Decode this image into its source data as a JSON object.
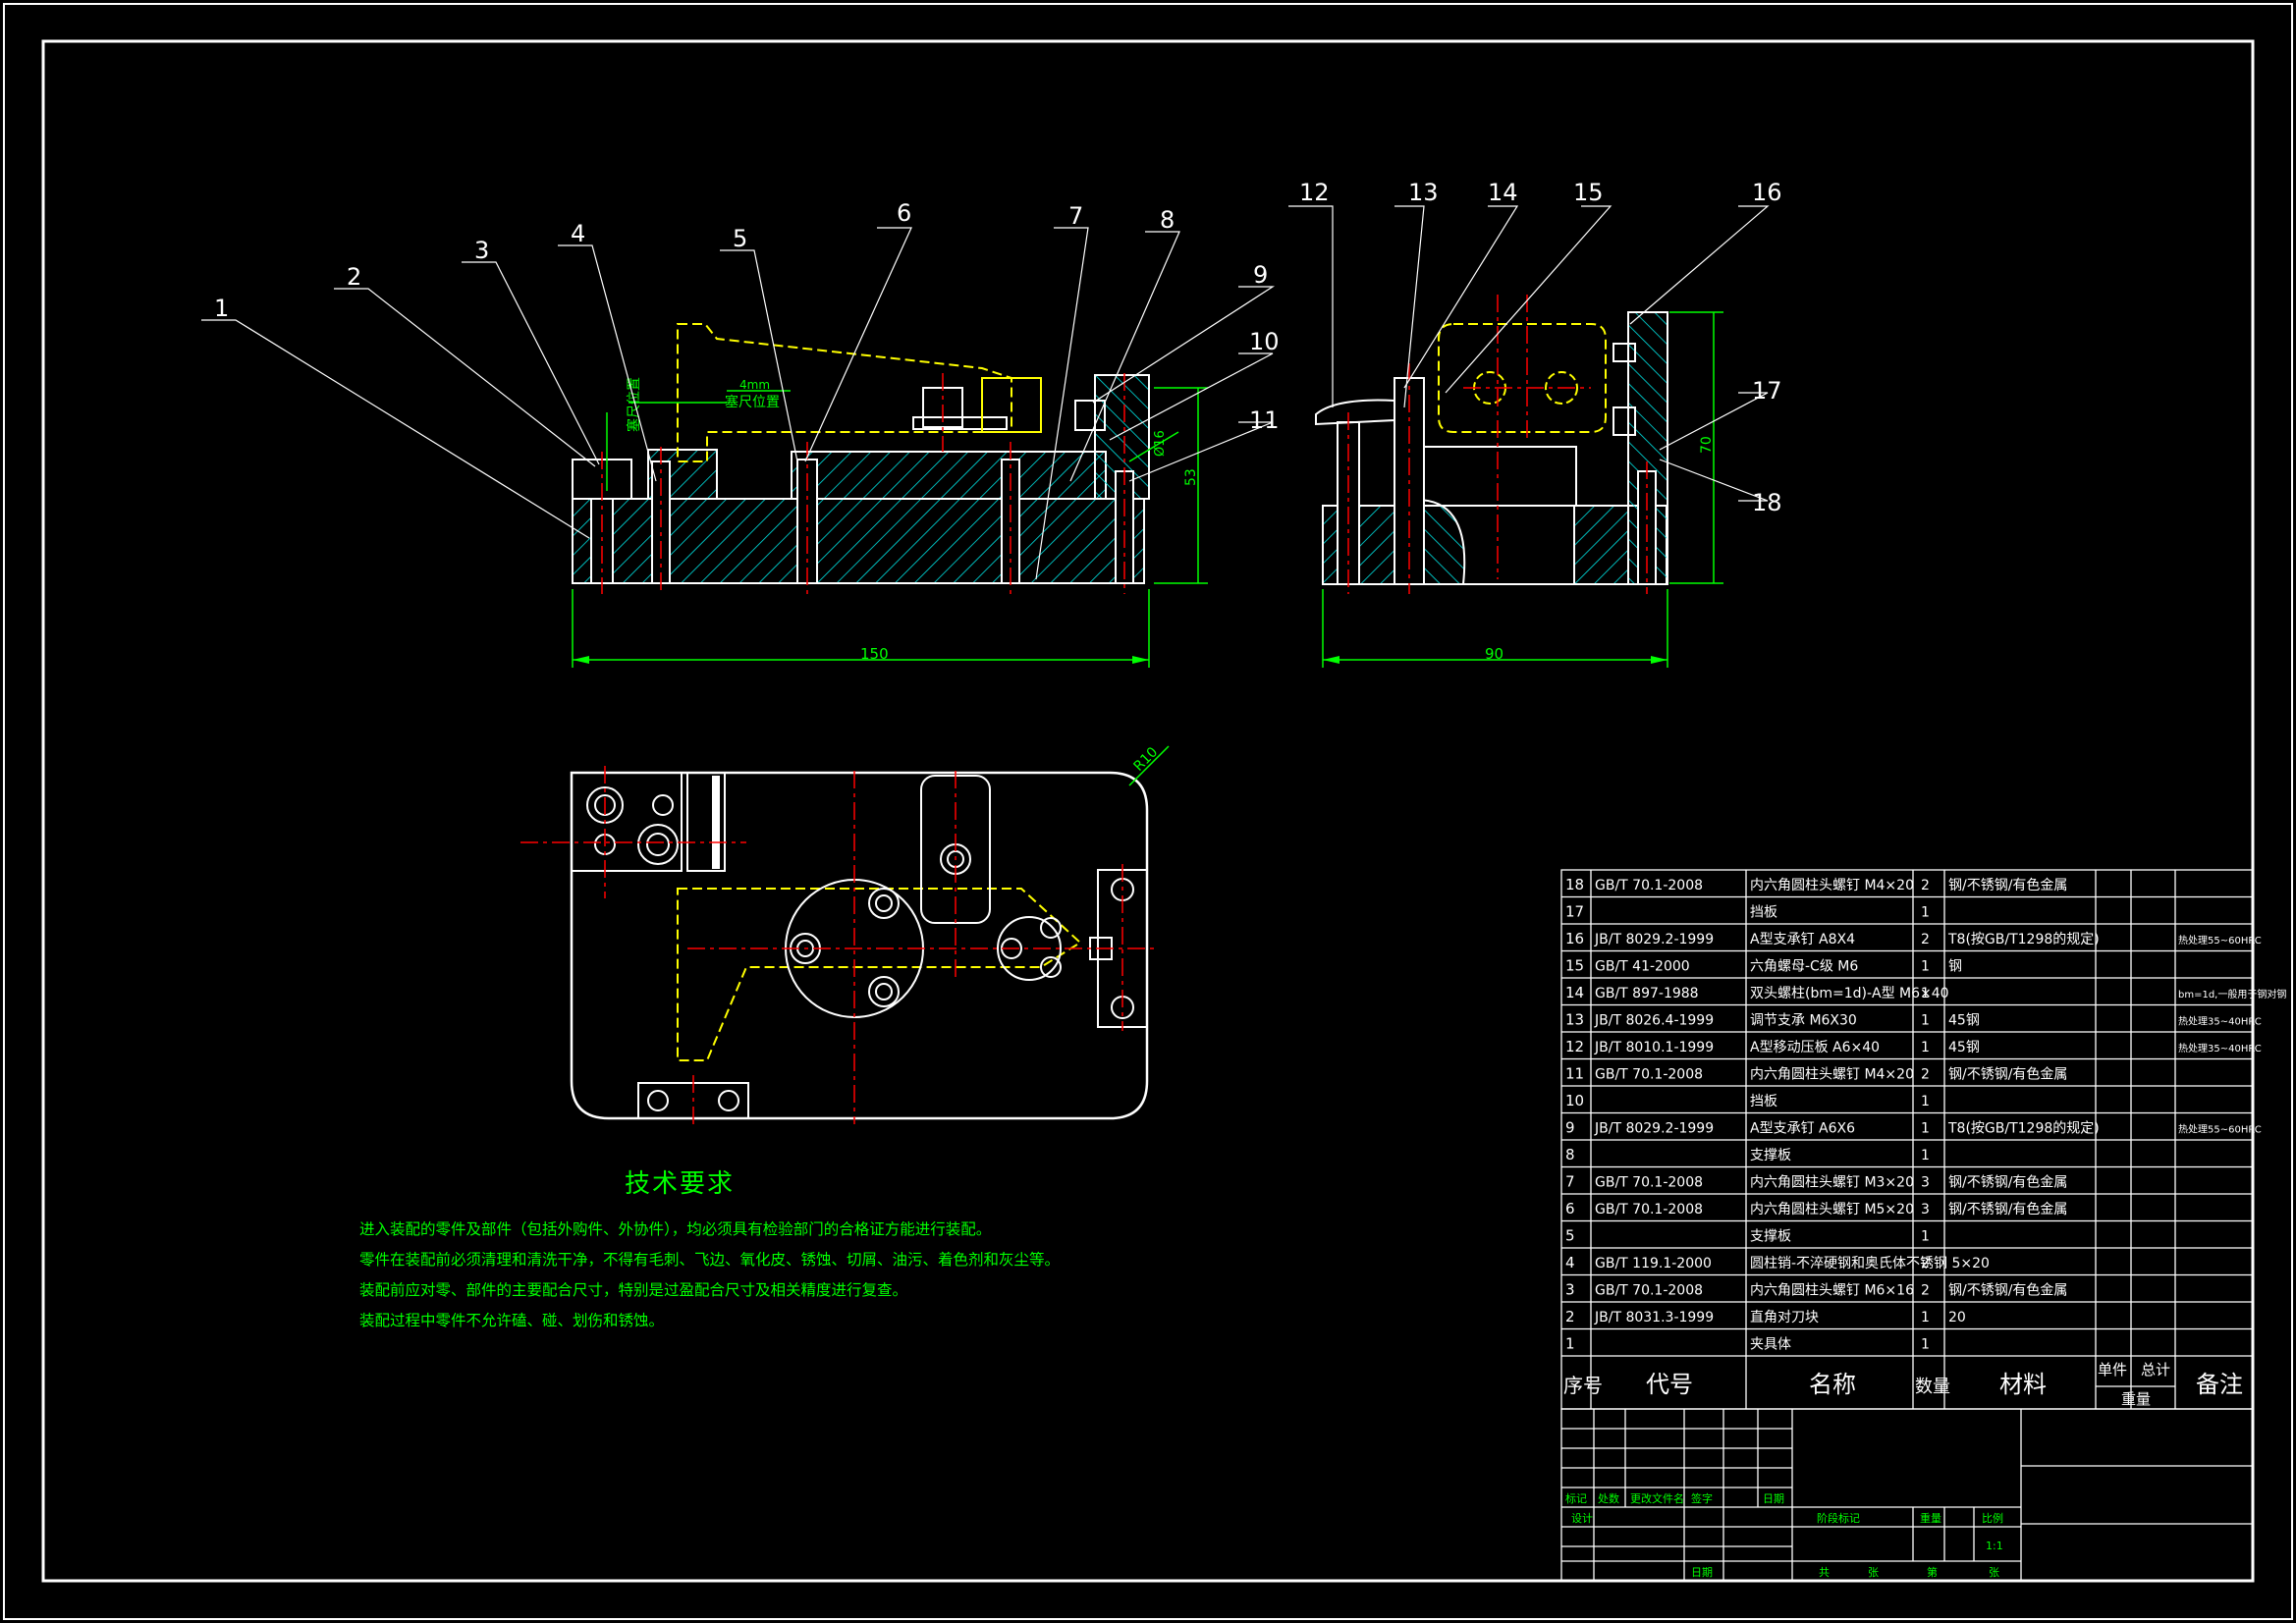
{
  "balloons": [
    "1",
    "2",
    "3",
    "4",
    "5",
    "6",
    "7",
    "8",
    "9",
    "10",
    "11",
    "12",
    "13",
    "14",
    "15",
    "16",
    "17",
    "18"
  ],
  "front_view": {
    "dim_width": "150",
    "dim_height": "53",
    "dim_pin": "Ø16",
    "annot_gap": "4mm",
    "annot_feeler_v": "塞尺位置",
    "annot_feeler_h": "塞尺位置"
  },
  "side_view": {
    "dim_width": "90",
    "dim_height": "70"
  },
  "top_view": {
    "dim_radius": "R10"
  },
  "tech_req": {
    "title": "技术要求",
    "lines": [
      "进入装配的零件及部件（包括外购件、外协件），均必须具有检验部门的合格证方能进行装配。",
      "零件在装配前必须清理和清洗干净，不得有毛刺、飞边、氧化皮、锈蚀、切屑、油污、着色剂和灰尘等。",
      "装配前应对零、部件的主要配合尺寸，特别是过盈配合尺寸及相关精度进行复查。",
      "装配过程中零件不允许磕、碰、划伤和锈蚀。"
    ]
  },
  "bom": {
    "headers": {
      "no": "序号",
      "code": "代号",
      "name": "名称",
      "qty": "数量",
      "material": "材料",
      "unit_weight": "单件",
      "total_weight": "总计",
      "weight": "重量",
      "remark": "备注"
    },
    "rows": [
      {
        "no": "18",
        "code": "GB/T 70.1-2008",
        "name": "内六角圆柱头螺钉 M4×20",
        "qty": "2",
        "material": "钢/不锈钢/有色金属",
        "remark": ""
      },
      {
        "no": "17",
        "code": "",
        "name": "挡板",
        "qty": "1",
        "material": "",
        "remark": ""
      },
      {
        "no": "16",
        "code": "JB/T 8029.2-1999",
        "name": "A型支承钉 A8X4",
        "qty": "2",
        "material": "T8(按GB/T1298的规定)",
        "remark": "热处理55~60HRC"
      },
      {
        "no": "15",
        "code": "GB/T 41-2000",
        "name": "六角螺母-C级 M6",
        "qty": "1",
        "material": "钢",
        "remark": ""
      },
      {
        "no": "14",
        "code": "GB/T 897-1988",
        "name": "双头螺柱(bm=1d)-A型 M6×40",
        "qty": "1",
        "material": "",
        "remark": "bm=1d,一般用于钢对钢"
      },
      {
        "no": "13",
        "code": "JB/T 8026.4-1999",
        "name": "调节支承 M6X30",
        "qty": "1",
        "material": "45钢",
        "remark": "热处理35~40HRC"
      },
      {
        "no": "12",
        "code": "JB/T 8010.1-1999",
        "name": "A型移动压板 A6×40",
        "qty": "1",
        "material": "45钢",
        "remark": "热处理35~40HRC"
      },
      {
        "no": "11",
        "code": "GB/T 70.1-2008",
        "name": "内六角圆柱头螺钉 M4×20",
        "qty": "2",
        "material": "钢/不锈钢/有色金属",
        "remark": ""
      },
      {
        "no": "10",
        "code": "",
        "name": "挡板",
        "qty": "1",
        "material": "",
        "remark": ""
      },
      {
        "no": "9",
        "code": "JB/T 8029.2-1999",
        "name": "A型支承钉 A6X6",
        "qty": "1",
        "material": "T8(按GB/T1298的规定)",
        "remark": "热处理55~60HRC"
      },
      {
        "no": "8",
        "code": "",
        "name": "支撑板",
        "qty": "1",
        "material": "",
        "remark": ""
      },
      {
        "no": "7",
        "code": "GB/T 70.1-2008",
        "name": "内六角圆柱头螺钉 M3×20",
        "qty": "3",
        "material": "钢/不锈钢/有色金属",
        "remark": ""
      },
      {
        "no": "6",
        "code": "GB/T 70.1-2008",
        "name": "内六角圆柱头螺钉 M5×20",
        "qty": "3",
        "material": "钢/不锈钢/有色金属",
        "remark": ""
      },
      {
        "no": "5",
        "code": "",
        "name": "支撑板",
        "qty": "1",
        "material": "",
        "remark": ""
      },
      {
        "no": "4",
        "code": "GB/T 119.1-2000",
        "name": "圆柱销-不淬硬钢和奥氏体不锈钢 5×20",
        "qty": "2",
        "material": "",
        "remark": ""
      },
      {
        "no": "3",
        "code": "GB/T 70.1-2008",
        "name": "内六角圆柱头螺钉 M6×16",
        "qty": "2",
        "material": "钢/不锈钢/有色金属",
        "remark": ""
      },
      {
        "no": "2",
        "code": "JB/T 8031.3-1999",
        "name": "直角对刀块",
        "qty": "1",
        "material": "20",
        "remark": ""
      },
      {
        "no": "1",
        "code": "",
        "name": "夹具体",
        "qty": "1",
        "material": "",
        "remark": ""
      }
    ]
  },
  "title_block": {
    "rev_headers": [
      "标记",
      "处数",
      "更改文件名",
      "签字",
      "日期"
    ],
    "design": "设计",
    "date": "日期",
    "stage_mark": "阶段标记",
    "weight": "重量",
    "scale_label": "比例",
    "scale": "1:1",
    "total_sheets": "共",
    "sheet_unit1": "张",
    "sheet_no": "第",
    "sheet_unit2": "张"
  },
  "colors": {
    "outline": "#ffffff",
    "hatch": "#00ffff",
    "center": "#ff0000",
    "dim": "#00ff00",
    "leader": "#ffff00",
    "hidden": "#ff00ff",
    "text": "#ffffff"
  }
}
